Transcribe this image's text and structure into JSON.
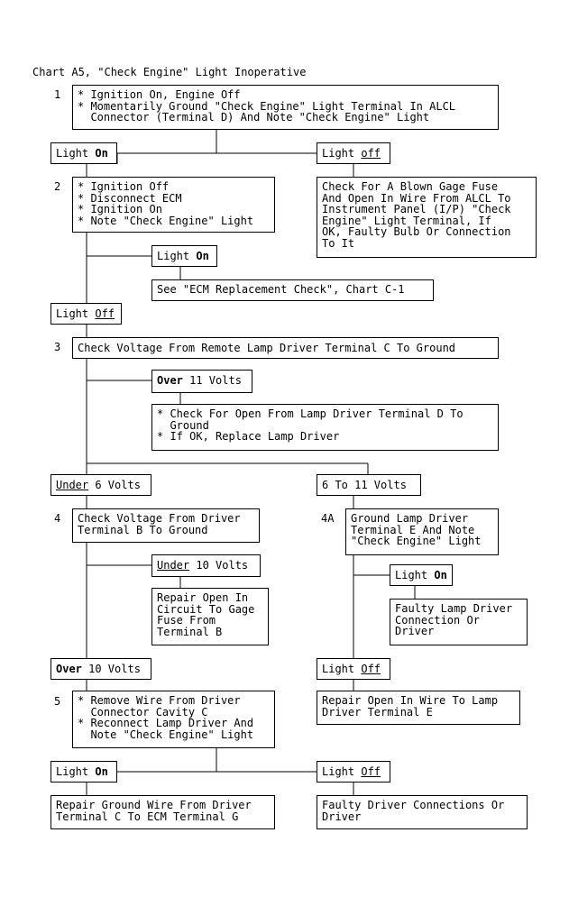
{
  "title": "Chart A5, \"Check Engine\" Light Inoperative",
  "steps": {
    "s1": {
      "num": "1",
      "text": "* Ignition On, Engine Off\n* Momentarily Ground \"Check Engine\" Light Terminal In ALCL\n  Connector (Terminal D) And Note \"Check Engine\" Light"
    },
    "s2": {
      "num": "2",
      "text": "* Ignition Off\n* Disconnect ECM\n* Ignition On\n* Note \"Check Engine\" Light"
    },
    "s3": {
      "num": "3",
      "text": "Check Voltage From Remote Lamp Driver Terminal C To Ground"
    },
    "s4": {
      "num": "4",
      "text": "Check Voltage From Driver\nTerminal B To Ground"
    },
    "s4a": {
      "num": "4A",
      "text": "Ground Lamp Driver\nTerminal E And Note\n\"Check Engine\" Light"
    },
    "s5": {
      "num": "5",
      "text": "* Remove Wire From Driver\n  Connector Cavity C\n* Reconnect Lamp Driver And\n  Note \"Check Engine\" Light"
    }
  },
  "labels": {
    "l1_on": {
      "pre": "Light ",
      "em": "On",
      "post": ""
    },
    "l1_off": {
      "pre": "Light ",
      "em": "off",
      "post": ""
    },
    "l2_on": {
      "pre": "Light ",
      "em": "On",
      "post": ""
    },
    "l2_off": {
      "pre": "Light ",
      "em": "Off",
      "post": ""
    },
    "l3_over11": {
      "pre": "",
      "em": "Over",
      "post": " 11 Volts"
    },
    "l3_under6": {
      "pre": "",
      "em": "Under",
      "post": " 6 Volts"
    },
    "l3_6to11": {
      "pre": "6 To 11 Volts",
      "em": "",
      "post": ""
    },
    "l4_under10": {
      "pre": "",
      "em": "Under",
      "post": " 10 Volts"
    },
    "l4_over10": {
      "pre": "",
      "em": "Over",
      "post": " 10 Volts"
    },
    "l4a_on": {
      "pre": "Light ",
      "em": "On",
      "post": ""
    },
    "l4a_off": {
      "pre": "Light ",
      "em": "Off",
      "post": ""
    },
    "l5_on": {
      "pre": "Light ",
      "em": "On",
      "post": ""
    },
    "l5_off": {
      "pre": "Light ",
      "em": "Off",
      "post": ""
    }
  },
  "results": {
    "r1_off": "Check For A Blown Gage Fuse\nAnd Open In Wire From ALCL To\nInstrument Panel (I/P) \"Check\nEngine\" Light Terminal, If\nOK, Faulty Bulb Or Connection\nTo It",
    "r2_on": "See \"ECM Replacement Check\", Chart C-1",
    "r3_over11": "* Check For Open From Lamp Driver Terminal D To\n  Ground\n* If OK, Replace Lamp Driver",
    "r4_under10": "Repair Open In\nCircuit To Gage\nFuse From\nTerminal B",
    "r4a_on": "Faulty Lamp Driver\nConnection Or\nDriver",
    "r4a_off": "Repair Open In Wire To Lamp\nDriver Terminal E",
    "r5_on": "Repair Ground Wire From Driver\nTerminal C To ECM Terminal G",
    "r5_off": "Faulty Driver Connections Or\nDriver"
  }
}
